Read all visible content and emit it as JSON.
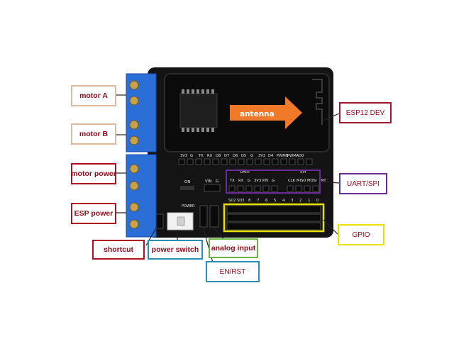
{
  "board": {
    "antenna_label": "antenna",
    "header_pins_top": [
      "3V3",
      "G",
      "TX",
      "RX",
      "D8",
      "D7",
      "D6",
      "D5",
      "G",
      "3V3",
      "D4",
      "PWMB",
      "PWMA",
      "D0"
    ],
    "uart_title": "UART",
    "spi_title": "SPI",
    "uart_pins": [
      "TX",
      "RX",
      "G",
      "3V3",
      "VIN",
      "G"
    ],
    "spi_pins": [
      "CLK",
      "MISO",
      "MOSI",
      "INT"
    ],
    "on_label": "ON",
    "vin_label": "VIN",
    "g_label": "G",
    "power_label": "POWER",
    "sd_pins": [
      "SD2",
      "SD3"
    ],
    "gpio_numbers": [
      "8",
      "7",
      "6",
      "5",
      "4",
      "3",
      "2",
      "1",
      "0"
    ]
  },
  "labels": {
    "motor_a": "motor A",
    "motor_b": "motor B",
    "motor_power": "motor power",
    "esp_power": "ESP power",
    "shortcut": "shortcut",
    "power_switch": "power switch",
    "analog_input": "analog input",
    "en_rst": "EN/RST",
    "esp12_dev": "ESP12 DEV",
    "uart_spi": "UART/SPI",
    "gpio": "GPIO"
  },
  "colors": {
    "motor_a": "#e0b8a0",
    "motor_b": "#e0b8a0",
    "motor_power": "#b01020",
    "esp_power": "#b01020",
    "shortcut": "#b01020",
    "power_switch": "#2a8fb3",
    "analog_input": "#6db33f",
    "en_rst": "#2a8fb3",
    "esp12_dev": "#9b1c2e",
    "uart_spi": "#6a2c91",
    "gpio": "#e6e000",
    "antenna_arrow": "#f07a2a",
    "pcb": "#141414",
    "terminal": "#2b6fd6"
  }
}
